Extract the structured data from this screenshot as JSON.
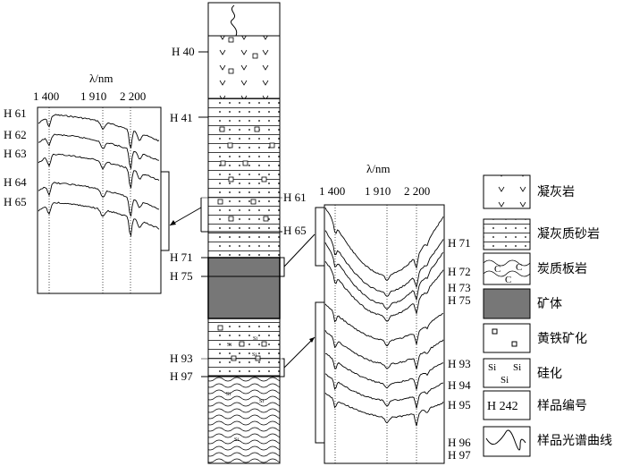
{
  "left_panel": {
    "axis_label": "λ/nm",
    "ticks": [
      "1 400",
      "1 910",
      "2 200"
    ],
    "samples": [
      "H 61",
      "H 62",
      "H 63",
      "H 64",
      "H 65"
    ]
  },
  "right_panel": {
    "axis_label": "λ/nm",
    "ticks": [
      "1 400",
      "1 910",
      "2 200"
    ],
    "samples": [
      "H 71",
      "H 72",
      "H 73",
      "H 75",
      "H 93",
      "H 94",
      "H 95",
      "H 96",
      "H 97"
    ]
  },
  "column": {
    "left_labels": [
      "H 40",
      "H 41",
      "H 71",
      "H 75",
      "H 93",
      "H 97"
    ],
    "right_labels": [
      "H 61",
      "H 65"
    ]
  },
  "legend": {
    "items": [
      "凝灰岩",
      "凝灰质砂岩",
      "炭质板岩",
      "矿体",
      "黄铁矿化",
      "硅化",
      "样品编号",
      "样品光谱曲线"
    ],
    "sample_code_example": "H 242",
    "silica_symbol": "Si",
    "carbon_symbol": "C"
  },
  "colors": {
    "ore_body": "#777777",
    "line": "#000000"
  }
}
